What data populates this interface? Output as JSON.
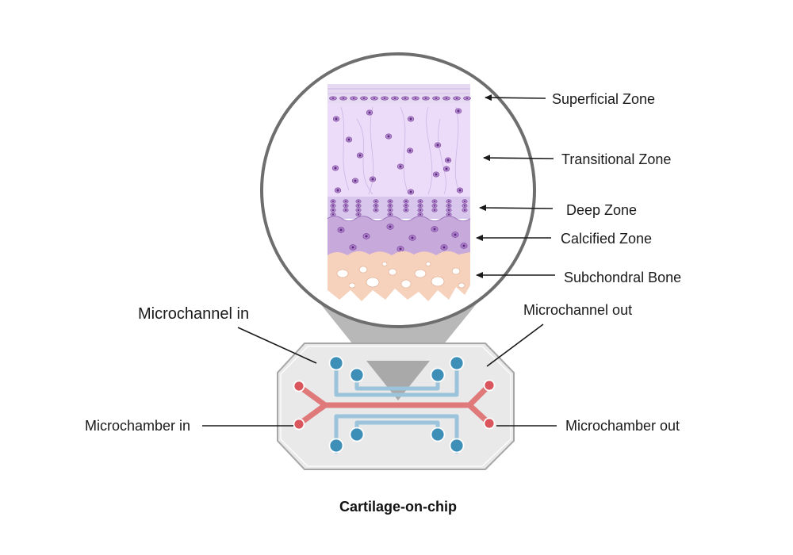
{
  "caption": "Cartilage-on-chip",
  "zones": [
    {
      "id": "superficial",
      "label": "Superficial Zone"
    },
    {
      "id": "transitional",
      "label": "Transitional Zone"
    },
    {
      "id": "deep",
      "label": "Deep Zone"
    },
    {
      "id": "calcified",
      "label": "Calcified Zone"
    },
    {
      "id": "subchondral",
      "label": "Subchondral Bone"
    }
  ],
  "chip_labels": {
    "microchannel_in": "Microchannel in",
    "microchannel_out": "Microchannel out",
    "microchamber_in": "Microchamber in",
    "microchamber_out": "Microchamber out"
  },
  "colors": {
    "superficial": "#e6daf2",
    "transitional": "#ecdcfa",
    "deep": "#d9c6ec",
    "calcified": "#c7a9dc",
    "bone": "#f6d2bd",
    "chip": "#e9e9e9",
    "chip_border": "#a6a6a6",
    "red_channel": "#e07a7a",
    "red_port": "#d9565d",
    "blue_channel": "#9cc3dc",
    "blue_port": "#3d8fb8",
    "magnifier": "#b8b8b8",
    "ring": "#6e6e6e"
  }
}
